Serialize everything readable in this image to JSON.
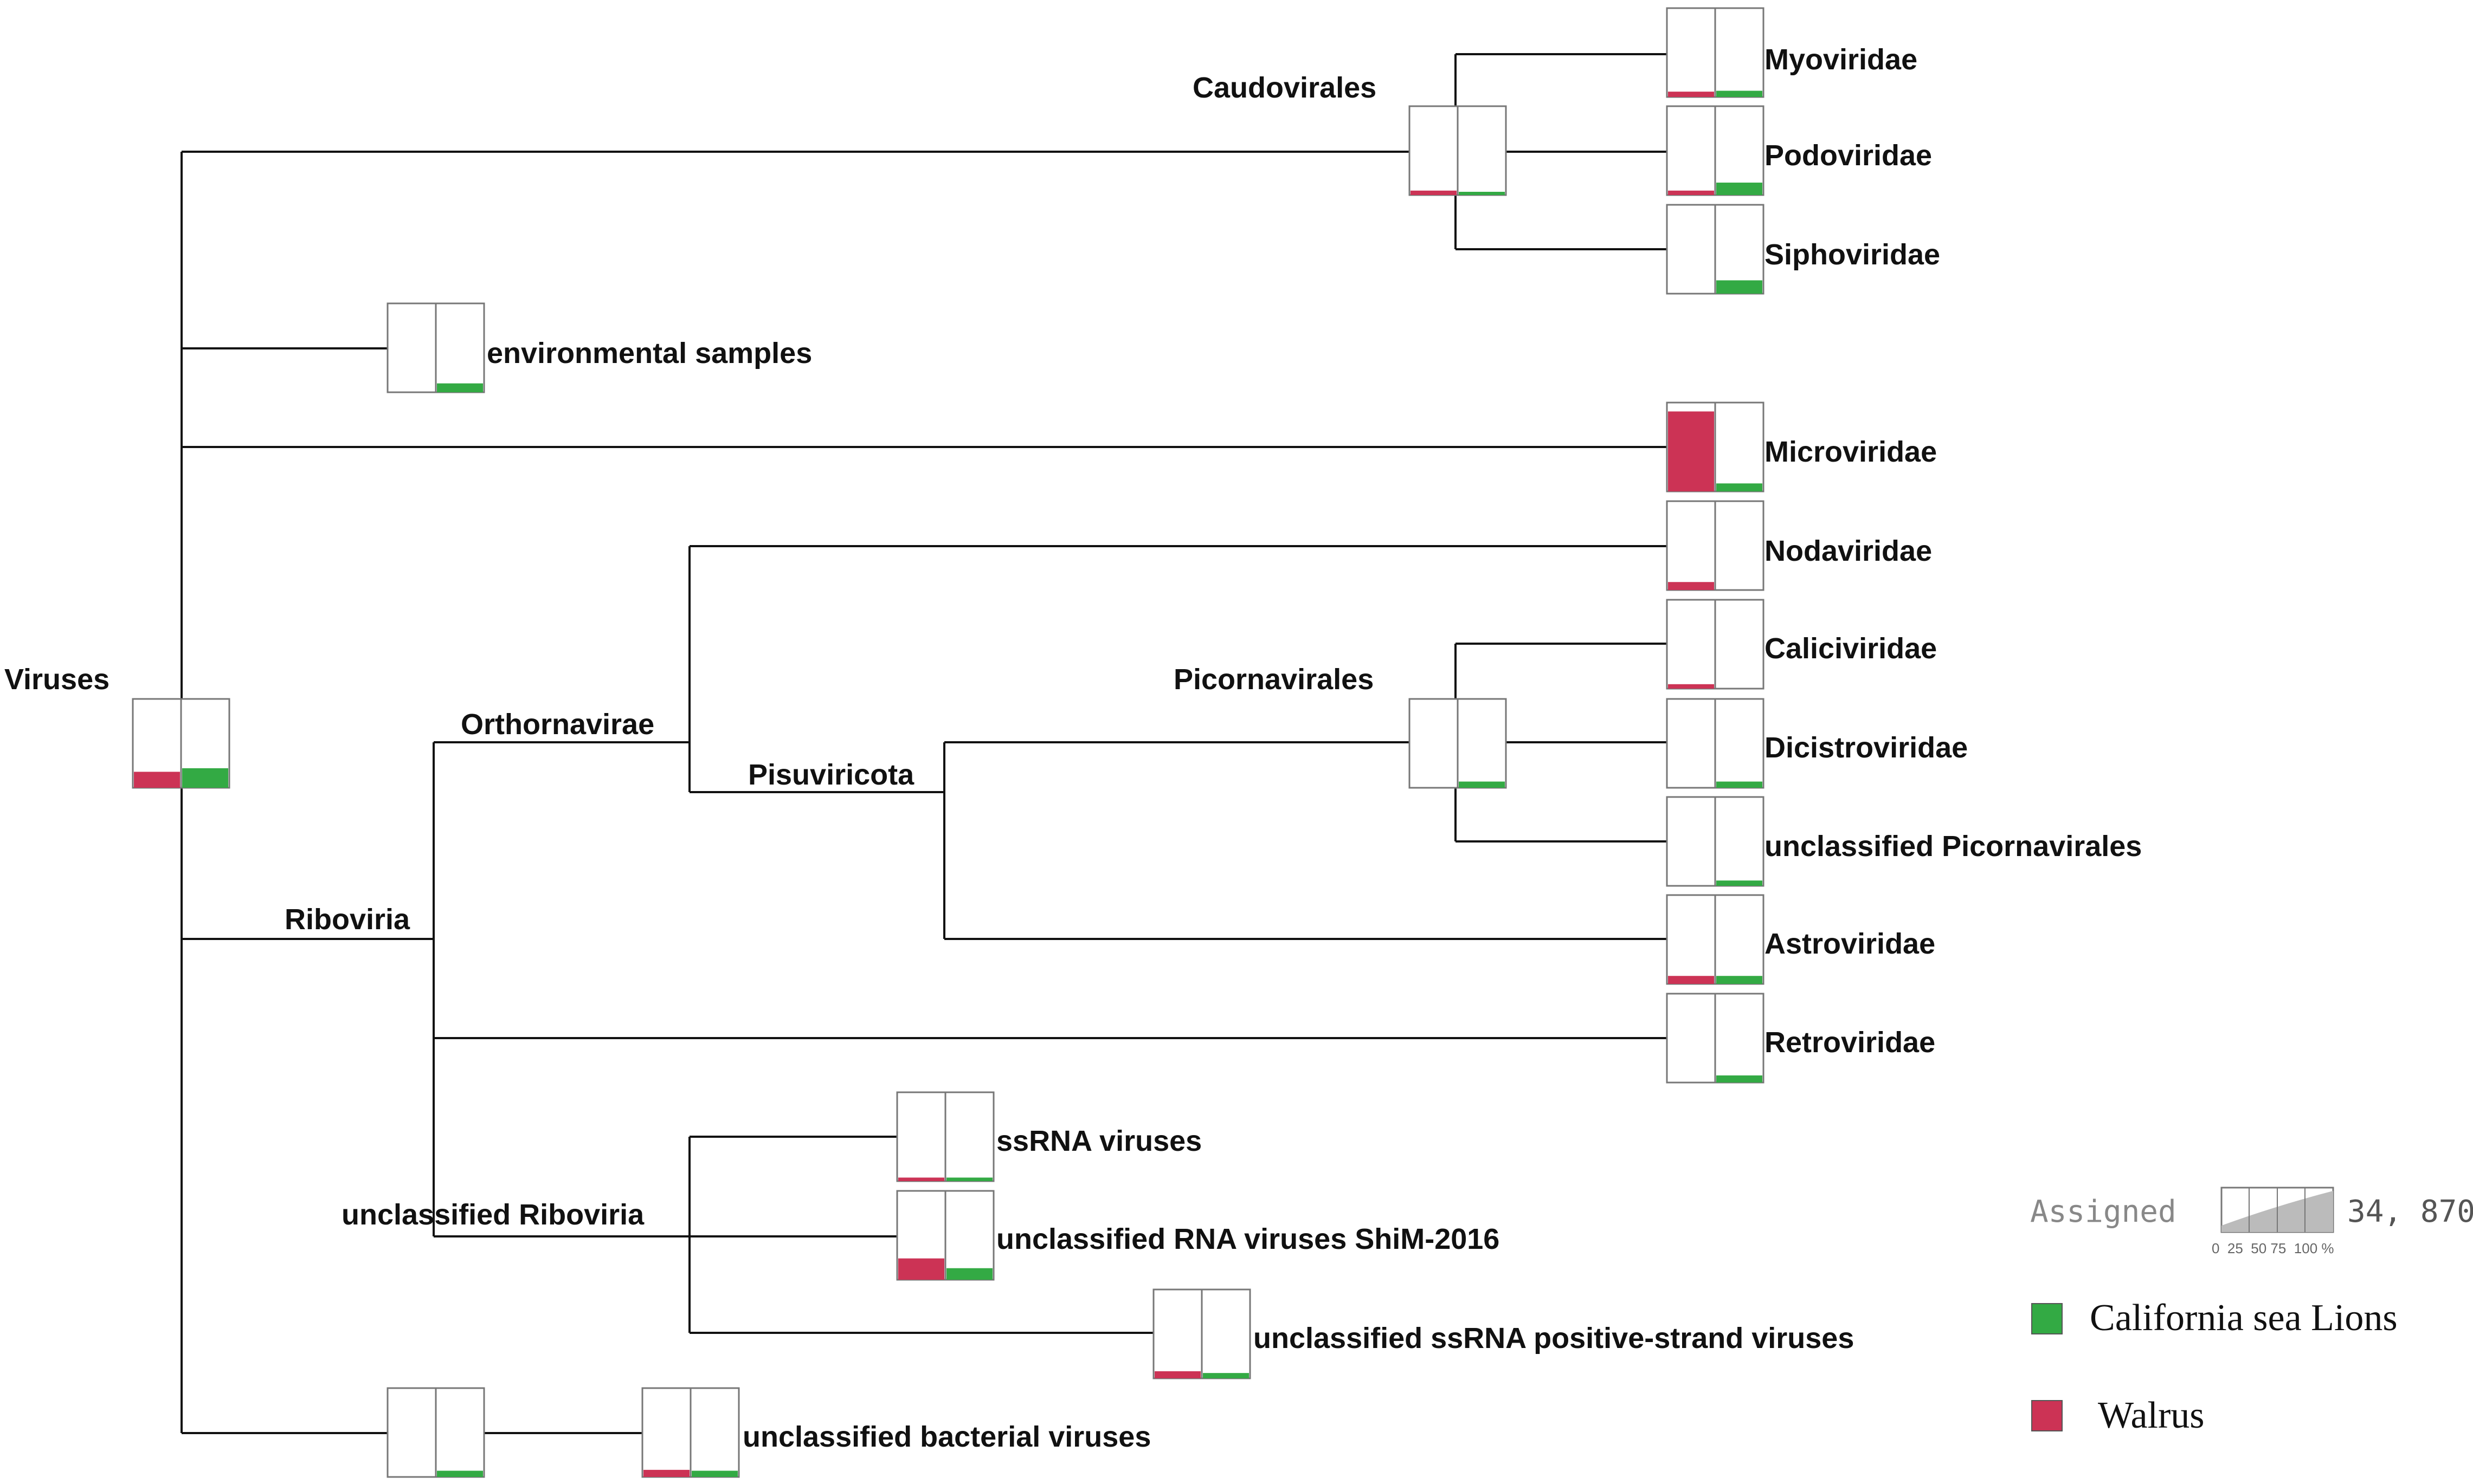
{
  "colors": {
    "walrus": "#cc3355",
    "sea_lions": "#33aa44",
    "edge": "#111111",
    "box_border": "#777777"
  },
  "nodes": [
    {
      "id": "viruses",
      "label": "Viruses",
      "walrus": 0.18,
      "sea_lions": 0.22
    },
    {
      "id": "caudovirales",
      "label": "Caudovirales",
      "walrus": 0.05,
      "sea_lions": 0.03
    },
    {
      "id": "myoviridae",
      "label": "Myoviridae",
      "walrus": 0.06,
      "sea_lions": 0.07
    },
    {
      "id": "podoviridae",
      "label": "Podoviridae",
      "walrus": 0.05,
      "sea_lions": 0.14
    },
    {
      "id": "siphoviridae",
      "label": "Siphoviridae",
      "walrus": 0.0,
      "sea_lions": 0.15
    },
    {
      "id": "env_samples",
      "label": "environmental samples",
      "walrus": 0.0,
      "sea_lions": 0.1
    },
    {
      "id": "microviridae",
      "label": "Microviridae",
      "walrus": 0.9,
      "sea_lions": 0.09
    },
    {
      "id": "riboviria",
      "label": "Riboviria",
      "walrus": null,
      "sea_lions": null
    },
    {
      "id": "orthornavirae",
      "label": "Orthornavirae",
      "walrus": null,
      "sea_lions": null
    },
    {
      "id": "nodaviridae",
      "label": "Nodaviridae",
      "walrus": 0.09,
      "sea_lions": 0.0
    },
    {
      "id": "pisuviricota",
      "label": "Pisuviricota",
      "walrus": null,
      "sea_lions": null
    },
    {
      "id": "picornavirales",
      "label": "Picornavirales",
      "walrus": 0.0,
      "sea_lions": 0.07
    },
    {
      "id": "caliciviridae",
      "label": "Caliciviridae",
      "walrus": 0.05,
      "sea_lions": 0.0
    },
    {
      "id": "dicistroviridae",
      "label": "Dicistroviridae",
      "walrus": 0.0,
      "sea_lions": 0.07
    },
    {
      "id": "unclassified_picornavirales",
      "label": "unclassified Picornavirales",
      "walrus": 0.0,
      "sea_lions": 0.06
    },
    {
      "id": "astroviridae",
      "label": "Astroviridae",
      "walrus": 0.09,
      "sea_lions": 0.09
    },
    {
      "id": "retroviridae",
      "label": "Retroviridae",
      "walrus": 0.0,
      "sea_lions": 0.08
    },
    {
      "id": "unclassified_riboviria",
      "label": "unclassified Riboviria",
      "walrus": null,
      "sea_lions": null
    },
    {
      "id": "ssrna_viruses",
      "label": "ssRNA viruses",
      "walrus": 0.04,
      "sea_lions": 0.04
    },
    {
      "id": "unclassified_rna_shim",
      "label": "unclassified RNA viruses ShiM-2016",
      "walrus": 0.24,
      "sea_lions": 0.13
    },
    {
      "id": "unclassified_ssrna_pos",
      "label": "unclassified ssRNA positive-strand viruses",
      "walrus": 0.08,
      "sea_lions": 0.06
    },
    {
      "id": "bacterial_parent",
      "label": "",
      "walrus": 0.0,
      "sea_lions": 0.07
    },
    {
      "id": "unclassified_bacterial",
      "label": "unclassified bacterial viruses",
      "walrus": 0.08,
      "sea_lions": 0.07
    }
  ],
  "legend": {
    "assigned_label": "Assigned",
    "assigned_count": "34, 870",
    "scale_ticks": "0  25  50 75  100 %",
    "series": [
      {
        "name": "California sea Lions",
        "color": "#33aa44"
      },
      {
        "name": "Walrus",
        "color": "#cc3355"
      }
    ]
  }
}
